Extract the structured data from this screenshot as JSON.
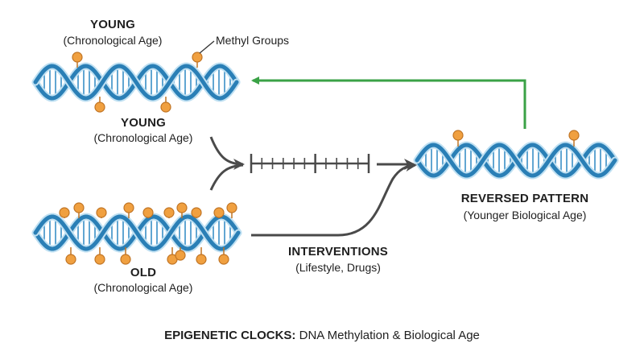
{
  "labels": {
    "young_top_title": "YOUNG",
    "young_top_sub": "(Chronological Age)",
    "methyl_groups": "Methyl Groups",
    "young_mid_title": "YOUNG",
    "young_mid_sub": "(Chronological Age)",
    "old_title": "OLD",
    "old_sub": "(Chronological Age)",
    "reversed_title": "REVERSED PATTERN",
    "reversed_sub": "(Younger Biological Age)",
    "interventions_title": "INTERVENTIONS",
    "interventions_sub": "(Lifestyle, Drugs)"
  },
  "caption": {
    "bold": "EPIGENETIC CLOCKS:",
    "rest": " DNA Methylation & Biological Age"
  },
  "colors": {
    "dna_strand": "#2a7fb6",
    "dna_rung": "#3a8fc6",
    "methyl_fill": "#f0a040",
    "methyl_stroke": "#c07424",
    "green_arrow": "#3aa246",
    "gray_arrow": "#4a4a4a"
  },
  "icons": {
    "dna": "dna-helix-icon",
    "methyl": "methyl-group-icon",
    "clock": "clock-scale-icon"
  }
}
